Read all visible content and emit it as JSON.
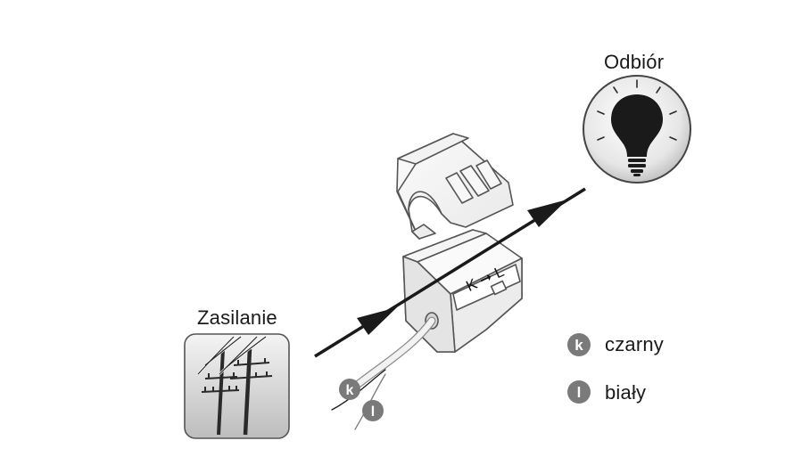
{
  "labels": {
    "load": "Odbiór",
    "supply": "Zasilanie",
    "direction": "K ➞ L"
  },
  "legend": [
    {
      "badge": "k",
      "text": "czarny"
    },
    {
      "badge": "l",
      "text": "biały"
    }
  ],
  "wire_badges": [
    "k",
    "l"
  ],
  "colors": {
    "badge": "#7a7a7a",
    "line": "#1a1a1a",
    "clamp_outline": "#555555"
  },
  "icons": [
    "power-pole-icon",
    "light-bulb-icon"
  ]
}
